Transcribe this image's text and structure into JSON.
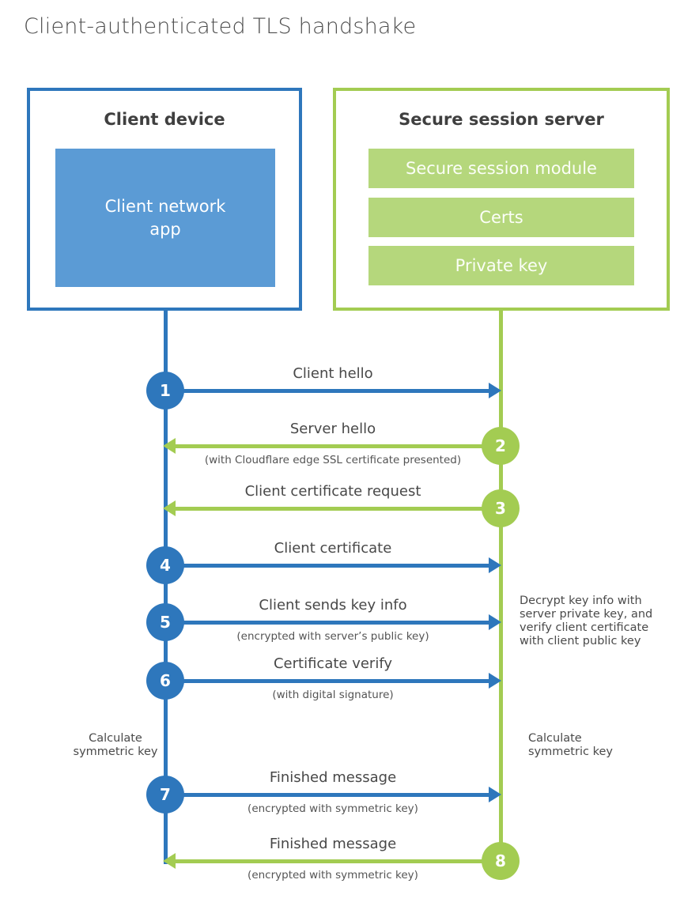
{
  "title": "Client-authenticated TLS handshake",
  "colors": {
    "client_accent": "#2e77bc",
    "client_app_fill": "#5b9bd5",
    "server_accent": "#a3cc52",
    "server_module_fill": "#b5d77c",
    "heading_text": "#3f3f3f",
    "label_text": "#484848"
  },
  "client": {
    "title": "Client device",
    "app_label": "Client network\napp"
  },
  "server": {
    "title": "Secure session server",
    "modules": [
      {
        "label": "Secure session module"
      },
      {
        "label": "Certs"
      },
      {
        "label": "Private key"
      }
    ]
  },
  "messages": [
    {
      "num": "1",
      "label": "Client hello",
      "sublabel": "",
      "from": "client",
      "to": "server",
      "color": "#2e77bc"
    },
    {
      "num": "2",
      "label": "Server hello",
      "sublabel": "(with Cloudflare edge SSL certificate presented)",
      "from": "server",
      "to": "client",
      "color": "#a3cc52"
    },
    {
      "num": "3",
      "label": "Client certificate request",
      "sublabel": "",
      "from": "server",
      "to": "client",
      "color": "#a3cc52"
    },
    {
      "num": "4",
      "label": "Client certificate",
      "sublabel": "",
      "from": "client",
      "to": "server",
      "color": "#2e77bc"
    },
    {
      "num": "5",
      "label": "Client sends key info",
      "sublabel": "(encrypted with server’s public key)",
      "from": "client",
      "to": "server",
      "color": "#2e77bc"
    },
    {
      "num": "6",
      "label": "Certificate verify",
      "sublabel": "(with digital signature)",
      "from": "client",
      "to": "server",
      "color": "#2e77bc"
    },
    {
      "num": "7",
      "label": "Finished message",
      "sublabel": "(encrypted with symmetric key)",
      "from": "client",
      "to": "server",
      "color": "#2e77bc"
    },
    {
      "num": "8",
      "label": "Finished message",
      "sublabel": "(encrypted with symmetric key)",
      "from": "server",
      "to": "client",
      "color": "#a3cc52"
    }
  ],
  "annotations": {
    "decrypt_note": "Decrypt key info with\nserver private key, and\nverify client certificate\nwith client public key",
    "calc_left": "Calculate\nsymmetric key",
    "calc_right": "Calculate\nsymmetric key"
  }
}
